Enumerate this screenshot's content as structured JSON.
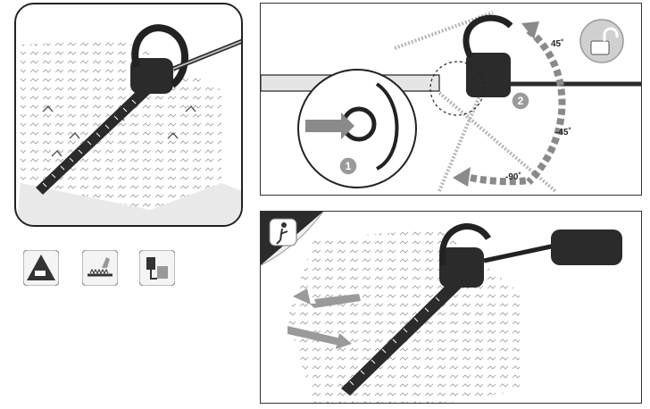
{
  "panels": {
    "rotation": {
      "angles": {
        "plus45": "45˚",
        "minus45": "-45˚",
        "minus90": "-90˚"
      },
      "steps": {
        "one": "1",
        "two": "2"
      }
    }
  },
  "icons": {
    "panel_a": [
      "hedge-trimmer-icon"
    ],
    "panel_b": [
      "unlock-padlock-icon",
      "push-arrow-icon",
      "rotate-arrow-icon"
    ],
    "panel_c": [
      "operator-posture-icon",
      "cut-direction-arrows"
    ],
    "safety_row": [
      "wear-protection-warning-icon",
      "blade-hazard-icon",
      "unplug-before-maintenance-icon"
    ]
  },
  "colors": {
    "outline": "#222222",
    "tool_dark": "#2b2b2b",
    "arrow_gray": "#8a8a8a",
    "badge_gray": "#9a9a9a"
  }
}
